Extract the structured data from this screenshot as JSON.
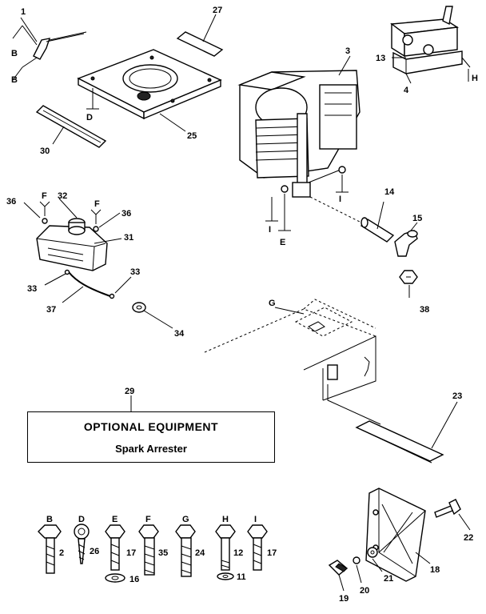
{
  "optional_box": {
    "title": "OPTIONAL EQUIPMENT",
    "subtitle": "Spark Arrester"
  },
  "callouts": {
    "c1": "1",
    "c27": "27",
    "c3": "3",
    "c13": "13",
    "c4": "4",
    "c25": "25",
    "c30": "30",
    "c14": "14",
    "c15": "15",
    "c38": "38",
    "c32": "32",
    "c36a": "36",
    "c36b": "36",
    "c31": "31",
    "c33a": "33",
    "c33b": "33",
    "c37": "37",
    "c34": "34",
    "c29": "29",
    "c23": "23",
    "c2": "2",
    "c26": "26",
    "c17a": "17",
    "c16": "16",
    "c35": "35",
    "c24": "24",
    "c12": "12",
    "c11": "11",
    "c17b": "17",
    "c22": "22",
    "c18": "18",
    "c21": "21",
    "c20": "20",
    "c19": "19"
  },
  "ref_letters": {
    "b1": "B",
    "b2": "B",
    "d1": "D",
    "h1": "H",
    "e1": "E",
    "i1": "I",
    "i2": "I",
    "f1": "F",
    "f2": "F",
    "g1": "G",
    "hw_b": "B",
    "hw_d": "D",
    "hw_e": "E",
    "hw_f": "F",
    "hw_g": "G",
    "hw_h": "H",
    "hw_i": "I"
  }
}
